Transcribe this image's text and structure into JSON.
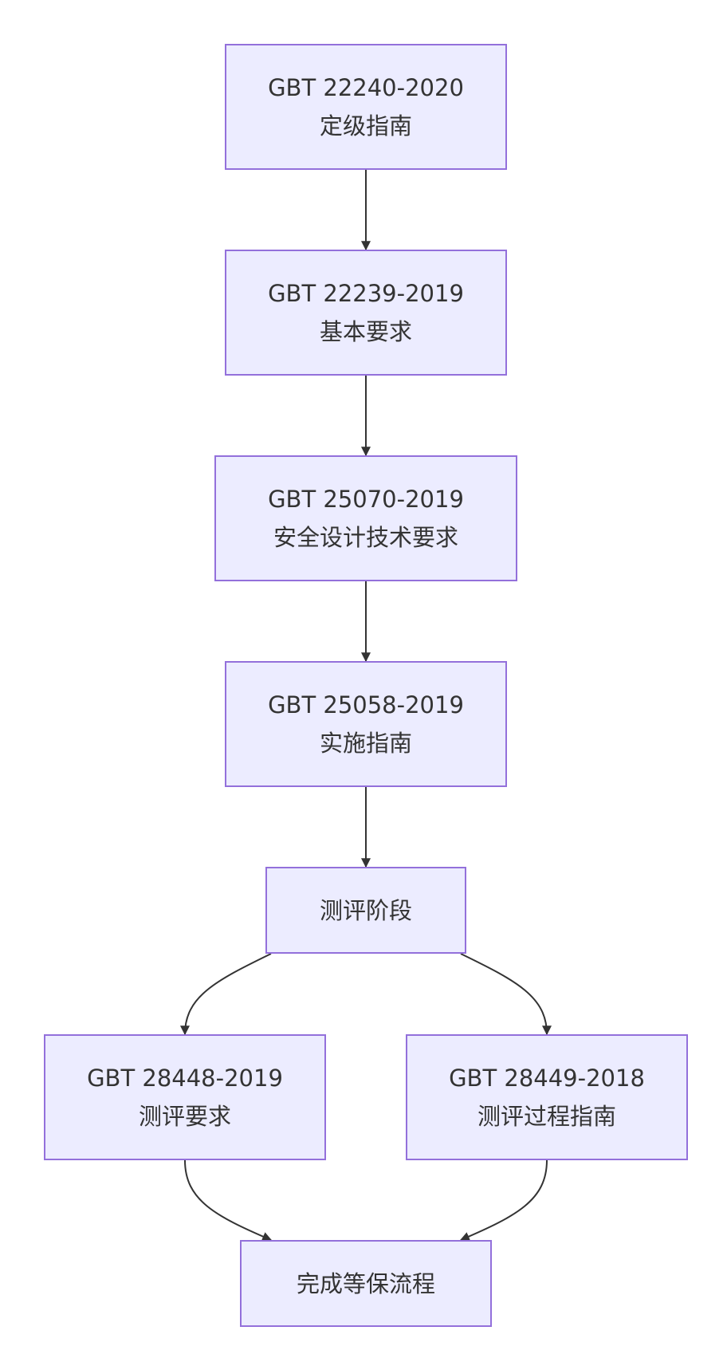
{
  "nodes": {
    "n1": {
      "code": "GBT 22240-2020",
      "label": "定级指南"
    },
    "n2": {
      "code": "GBT 22239-2019",
      "label": "基本要求"
    },
    "n3": {
      "code": "GBT 25070-2019",
      "label": "安全设计技术要求"
    },
    "n4": {
      "code": "GBT 25058-2019",
      "label": "实施指南"
    },
    "n5": {
      "label": "测评阶段"
    },
    "n6": {
      "code": "GBT 28448-2019",
      "label": "测评要求"
    },
    "n7": {
      "code": "GBT 28449-2018",
      "label": "测评过程指南"
    },
    "n8": {
      "label": "完成等保流程"
    }
  },
  "edges": [
    {
      "from": "n1",
      "to": "n2"
    },
    {
      "from": "n2",
      "to": "n3"
    },
    {
      "from": "n3",
      "to": "n4"
    },
    {
      "from": "n4",
      "to": "n5"
    },
    {
      "from": "n5",
      "to": "n6"
    },
    {
      "from": "n5",
      "to": "n7"
    },
    {
      "from": "n6",
      "to": "n8"
    },
    {
      "from": "n7",
      "to": "n8"
    }
  ],
  "colors": {
    "node_fill": "#ececff",
    "node_border": "#9370db",
    "edge": "#333333",
    "text": "#333333"
  }
}
